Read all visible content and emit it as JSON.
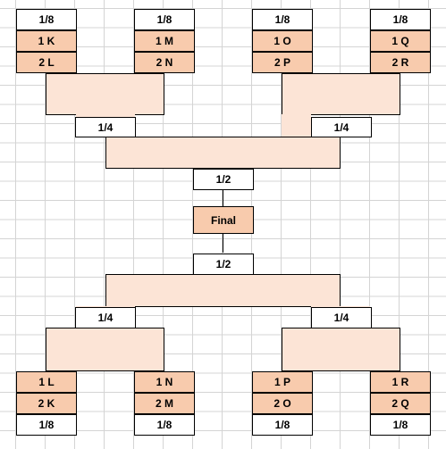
{
  "top": {
    "round_of_16": [
      {
        "round": "1/8",
        "team1": "1 K",
        "team2": "2 L"
      },
      {
        "round": "1/8",
        "team1": "1 M",
        "team2": "2 N"
      },
      {
        "round": "1/8",
        "team1": "1 O",
        "team2": "2 P"
      },
      {
        "round": "1/8",
        "team1": "1 Q",
        "team2": "2 R"
      }
    ],
    "quarter_left": "1/4",
    "quarter_right": "1/4",
    "semi": "1/2"
  },
  "final": "Final",
  "bottom": {
    "semi": "1/2",
    "quarter_left": "1/4",
    "quarter_right": "1/4",
    "round_of_16": [
      {
        "round": "1/8",
        "team1": "1 L",
        "team2": "2 K"
      },
      {
        "round": "1/8",
        "team1": "1 N",
        "team2": "2 M"
      },
      {
        "round": "1/8",
        "team1": "1 P",
        "team2": "2 O"
      },
      {
        "round": "1/8",
        "team1": "1 R",
        "team2": "2 Q"
      }
    ]
  },
  "colors": {
    "team_cell": "#f8cbad",
    "connector_fill": "#fce4d6",
    "gridline": "#d4d4d4"
  }
}
